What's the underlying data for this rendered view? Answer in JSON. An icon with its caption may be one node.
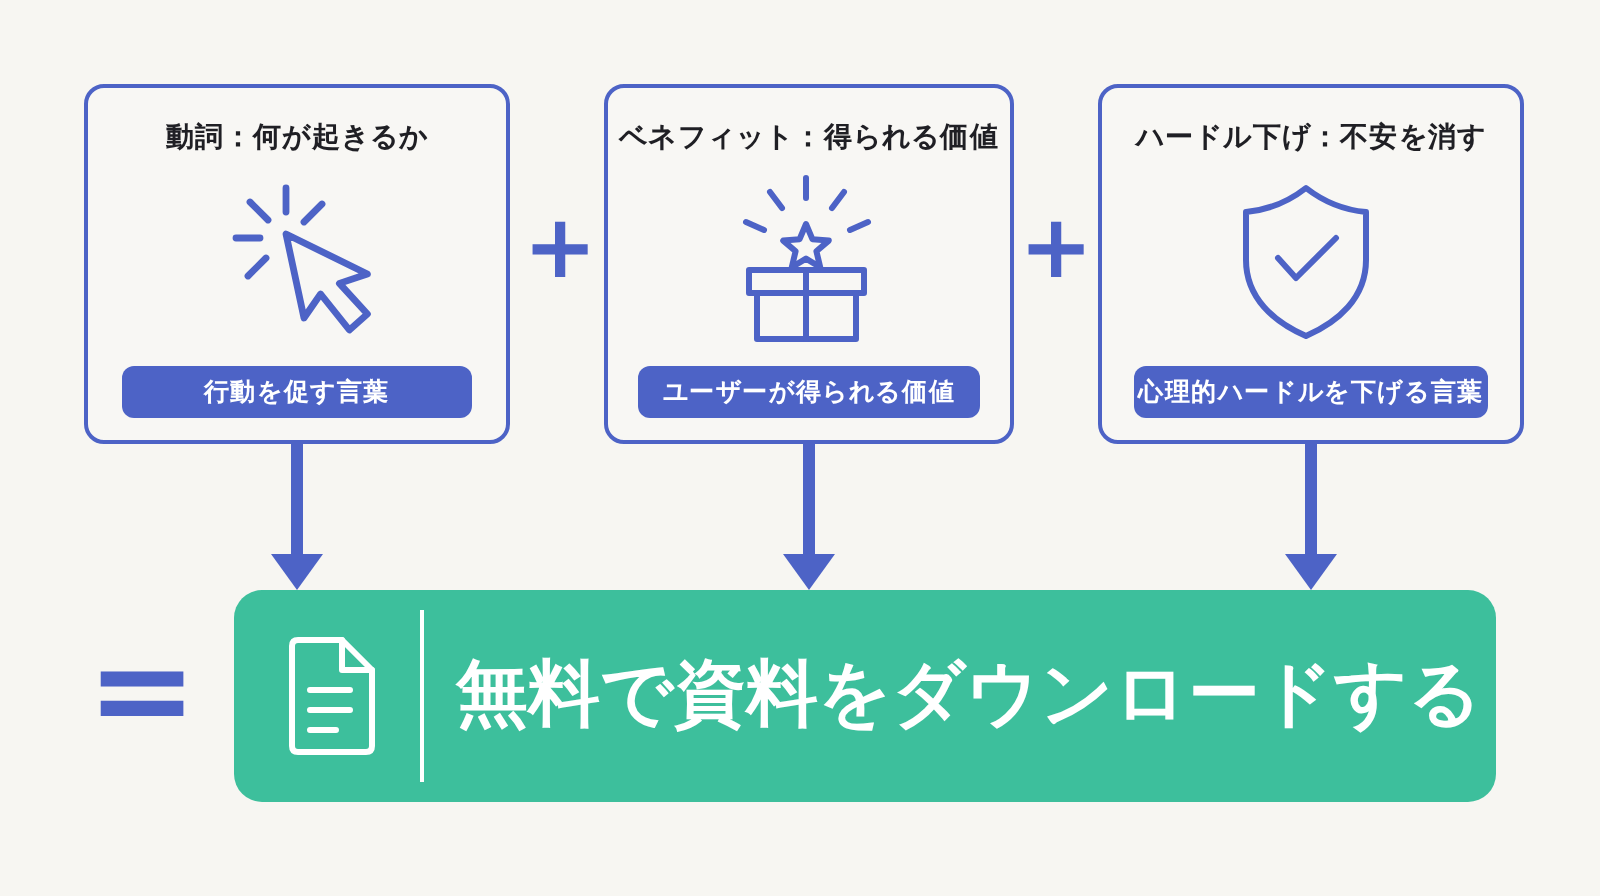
{
  "diagram": {
    "nodes": [
      {
        "text": [
          "動詞：何が起きるか"
        ]
      },
      {
        "text": [
          "行動を促す言葉"
        ],
        "in": 0
      },
      {
        "text": [
          "ベネフィット：得られる価値"
        ]
      },
      {
        "text": [
          "ユーザーが得られる価値"
        ],
        "in": 2
      },
      {
        "text": [
          "ハードル下げ：不安を消す"
        ]
      },
      {
        "text": [
          "心理的ハードルを下げる言葉"
        ],
        "in": 4
      },
      {
        "text": [
          "無料で資料をダウンロードする"
        ]
      }
    ],
    "edges": [
      {
        "from": 0,
        "to": 6,
        "arrow": "to"
      },
      {
        "from": 2,
        "to": 6,
        "arrow": "to"
      },
      {
        "from": 4,
        "to": 6,
        "arrow": "to"
      }
    ],
    "labels": [
      "+",
      "+",
      "="
    ]
  }
}
